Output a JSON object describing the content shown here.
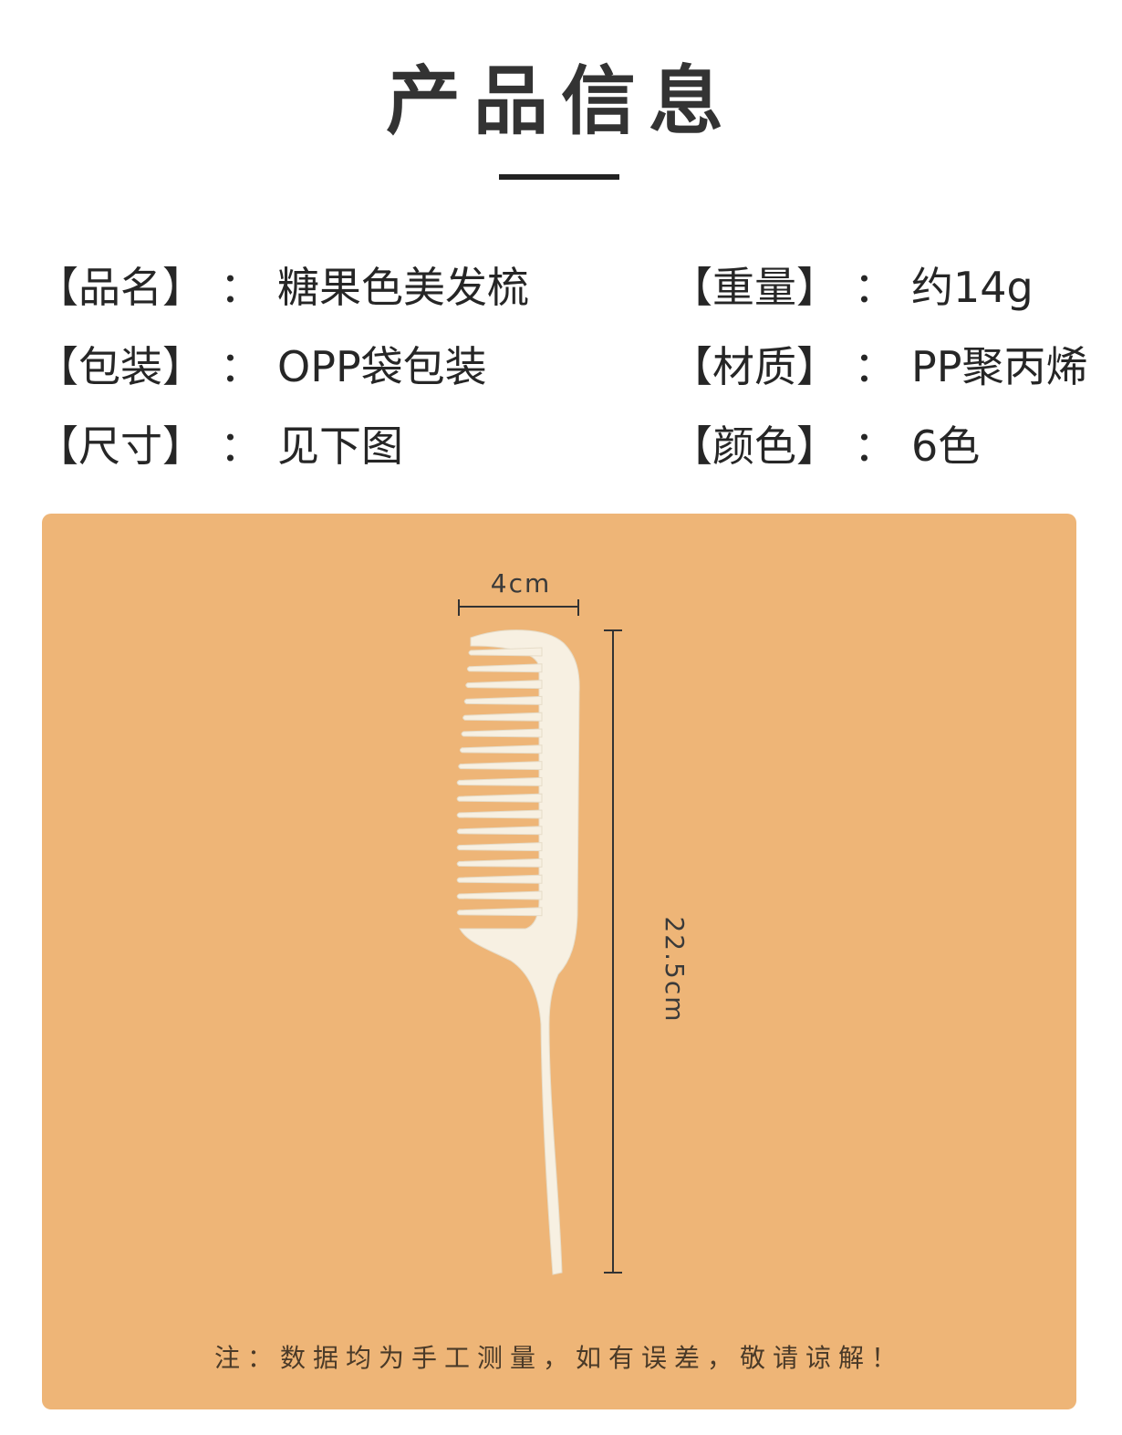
{
  "header": {
    "title": "产品信息"
  },
  "specs": {
    "name": {
      "label": "【品名】",
      "colon": "：",
      "value": "糖果色美发梳"
    },
    "weight": {
      "label": "【重量】",
      "colon": "：",
      "value": "约14g"
    },
    "package": {
      "label": "【包装】",
      "colon": "：",
      "value": "OPP袋包装"
    },
    "material": {
      "label": "【材质】",
      "colon": "：",
      "value": "PP聚丙烯"
    },
    "size": {
      "label": "【尺寸】",
      "colon": "：",
      "value": "见下图"
    },
    "color": {
      "label": "【颜色】",
      "colon": "：",
      "value": "6色"
    }
  },
  "figure": {
    "width_label": "4cm",
    "height_label": "22.5cm",
    "comb_color": "#f7f0e2",
    "background_color": "#eeb577"
  },
  "footer": {
    "note": "注：数据均为手工测量，如有误差，敬请谅解！"
  }
}
